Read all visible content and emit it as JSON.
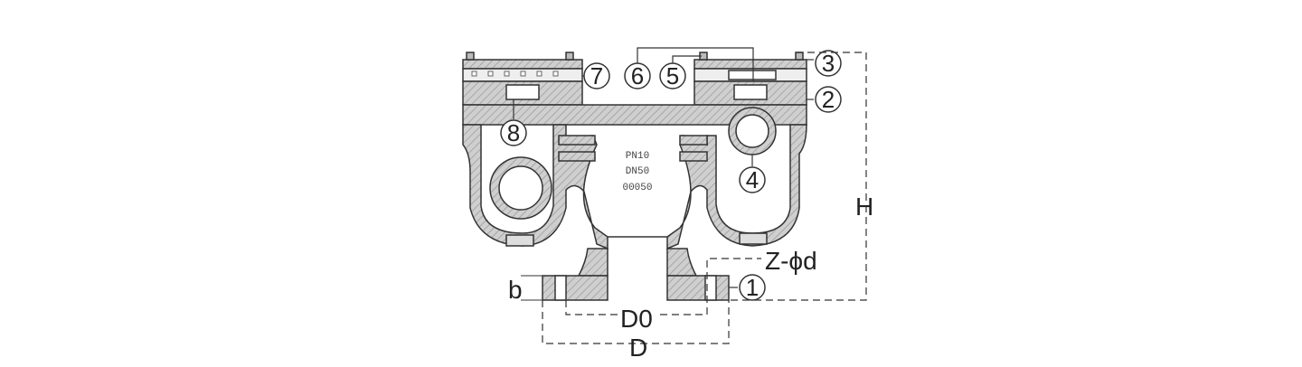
{
  "diagram": {
    "part_labels": [
      "1",
      "2",
      "3",
      "4",
      "5",
      "6",
      "7",
      "8"
    ],
    "body_markings": [
      "PN10",
      "DN50",
      "00050"
    ],
    "dimensions": {
      "height": "H",
      "flange_thickness": "b",
      "bolt_circle": "D0",
      "flange_diameter": "D",
      "bolt_holes": "Z-ϕd"
    },
    "colors": {
      "section_fill": "#c8c8c8",
      "outline": "#333333"
    }
  }
}
